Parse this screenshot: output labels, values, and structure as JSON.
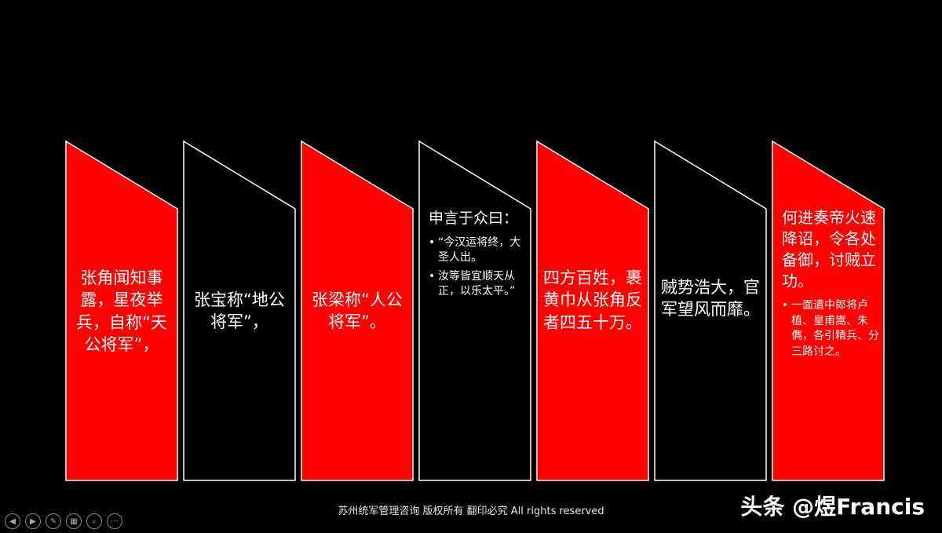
{
  "cards": [
    {
      "text": "张角闻知事露，星夜举兵，自称“天公将军”，",
      "fill": "#ff0000"
    },
    {
      "text": "张宝称“地公将军”，",
      "fill": "#000000"
    },
    {
      "text": "张梁称“人公将军”。",
      "fill": "#ff0000"
    },
    {
      "heading": "申言于众曰：",
      "bullets": [
        "“今汉运将终，大圣人出。",
        "汝等皆宜顺天从正，以乐太平。”"
      ],
      "fill": "#000000"
    },
    {
      "text": "四方百姓，裹黄巾从张角反者四五十万。",
      "fill": "#ff0000"
    },
    {
      "text": "贼势浩大，官军望风而靡。",
      "fill": "#000000"
    },
    {
      "heading": "何进奏帝火速降诏，令各处备御，讨贼立功。",
      "bullets": [
        "一面遣中郎将卢植、皇甫嵩、朱儁，各引精兵、分三路讨之。"
      ],
      "fill": "#ff0000"
    }
  ],
  "footer": "苏州统军管理咨询  版权所有 翻印必究 All rights reserved",
  "watermark": "头条 @煜Francis",
  "controls": [
    {
      "name": "prev-slide-icon",
      "glyph": "◀"
    },
    {
      "name": "next-slide-icon",
      "glyph": "▶"
    },
    {
      "name": "pen-icon",
      "glyph": "✎"
    },
    {
      "name": "slides-grid-icon",
      "glyph": "▦"
    },
    {
      "name": "zoom-icon",
      "glyph": "⌕"
    },
    {
      "name": "more-options-icon",
      "glyph": "⋯"
    }
  ],
  "colors": {
    "red": "#ff0000",
    "black": "#000000",
    "outline": "#ffffff"
  }
}
